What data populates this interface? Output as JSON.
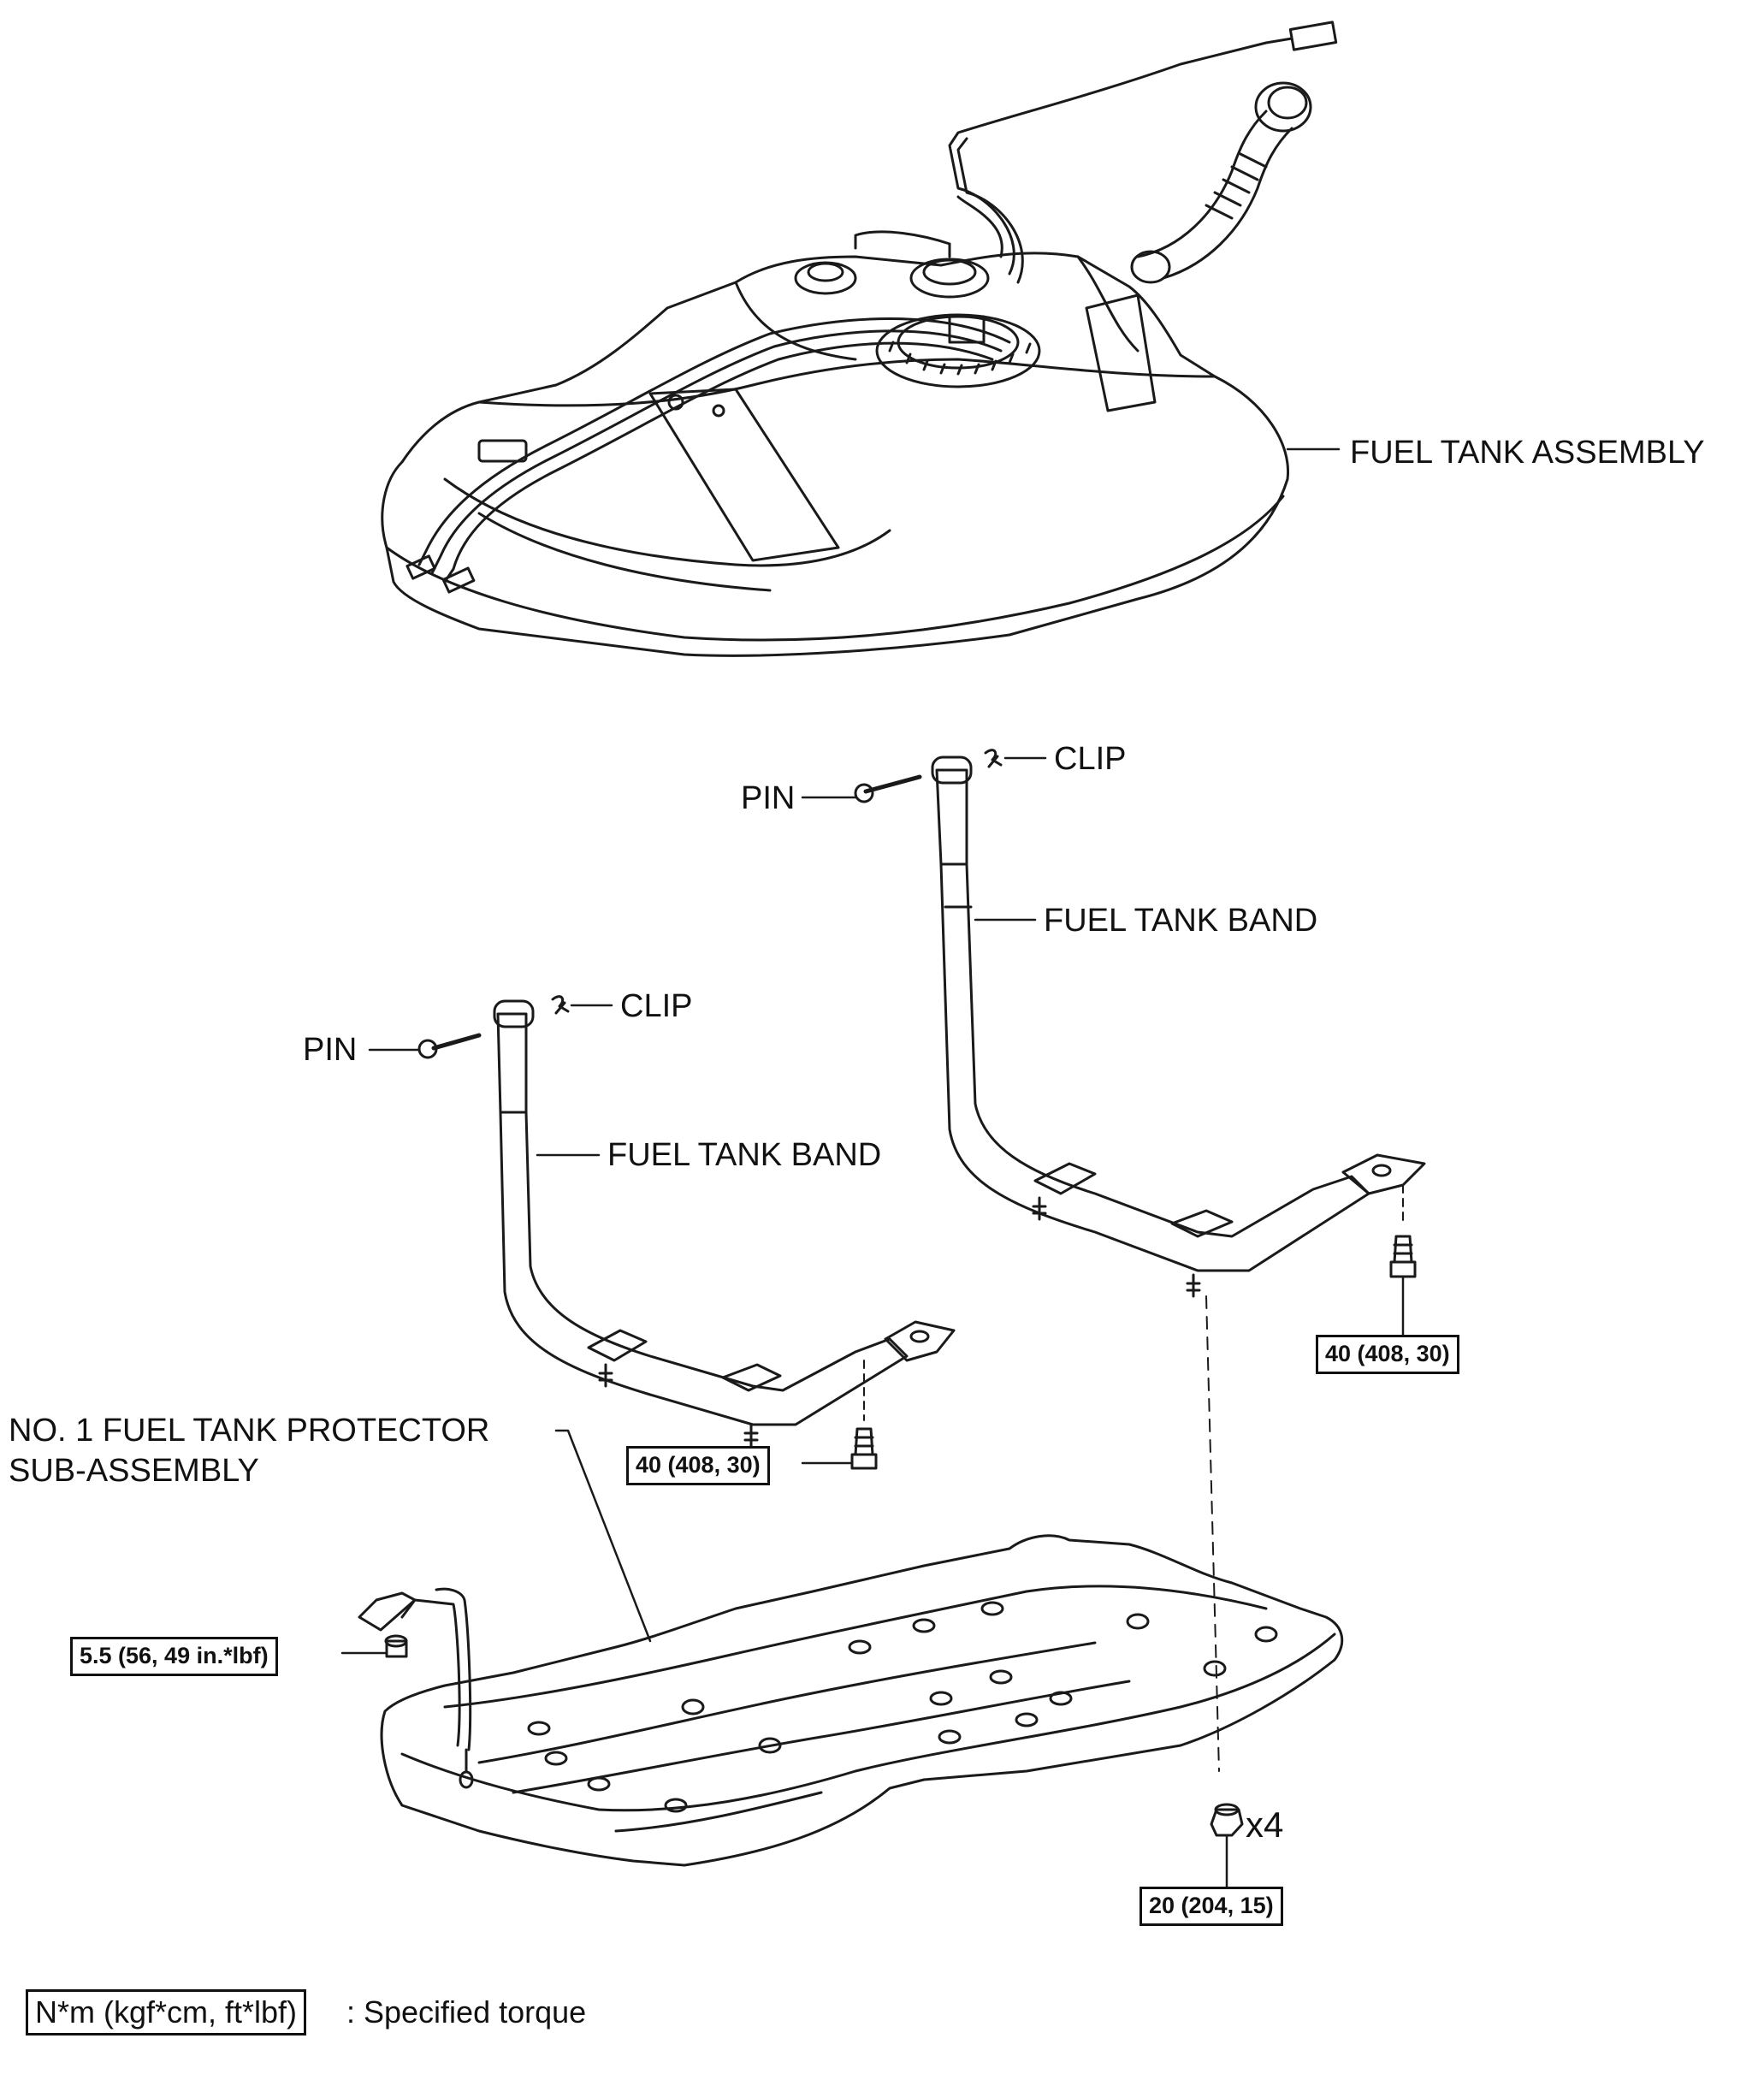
{
  "labels": {
    "fuel_tank_assembly": "FUEL TANK ASSEMBLY",
    "clip_right": "CLIP",
    "pin_right": "PIN",
    "fuel_tank_band_right": "FUEL TANK BAND",
    "clip_left": "CLIP",
    "pin_left": "PIN",
    "fuel_tank_band_left": "FUEL TANK BAND",
    "protector_line1": "NO. 1 FUEL TANK PROTECTOR",
    "protector_line2": "SUB-ASSEMBLY",
    "quantity_x4": "x4"
  },
  "torques": {
    "band_right": "40 (408, 30)",
    "band_left": "40 (408, 30)",
    "protector_nut": "5.5 (56, 49 in.*lbf)",
    "protector_bolts": "20 (204, 15)"
  },
  "legend": {
    "units": "N*m (kgf*cm, ft*lbf)",
    "description": ": Specified torque"
  }
}
